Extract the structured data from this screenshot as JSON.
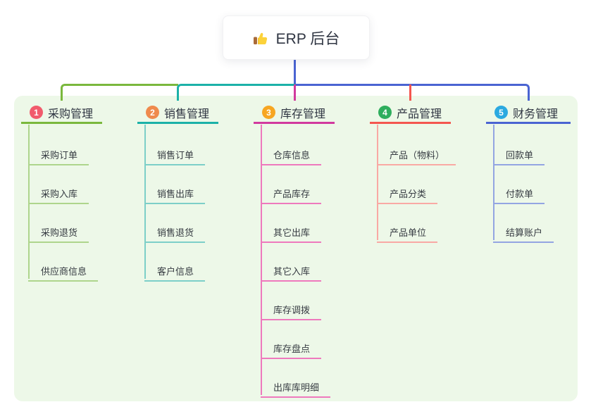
{
  "root": {
    "title": "ERP 后台",
    "icon": "thumbs-up-icon",
    "connector_color": "#4a64d2"
  },
  "panel": {
    "background_color": "#edf8e8"
  },
  "branches": [
    {
      "index": "1",
      "label": "采购管理",
      "badge_color": "#f15b6c",
      "line_color": "#7ab83d",
      "child_line_color": "#aed58c",
      "children": [
        "采购订单",
        "采购入库",
        "采购退货",
        "供应商信息"
      ]
    },
    {
      "index": "2",
      "label": "销售管理",
      "badge_color": "#ef8a4d",
      "line_color": "#1cb1a8",
      "child_line_color": "#7dcfc8",
      "children": [
        "销售订单",
        "销售出库",
        "销售退货",
        "客户信息"
      ]
    },
    {
      "index": "3",
      "label": "库存管理",
      "badge_color": "#f7a622",
      "line_color": "#d13a9e",
      "child_line_color": "#ee79bd",
      "children": [
        "仓库信息",
        "产品库存",
        "其它出库",
        "其它入库",
        "库存调拨",
        "库存盘点",
        "出库库明细"
      ]
    },
    {
      "index": "4",
      "label": "产品管理",
      "badge_color": "#2eae5d",
      "line_color": "#f4564f",
      "child_line_color": "#f9a9a4",
      "children": [
        "产品（物料）",
        "产品分类",
        "产品单位"
      ]
    },
    {
      "index": "5",
      "label": "财务管理",
      "badge_color": "#2ba9e0",
      "line_color": "#4a64d2",
      "child_line_color": "#93a5e2",
      "children": [
        "回款单",
        "付款单",
        "结算账户"
      ]
    }
  ]
}
